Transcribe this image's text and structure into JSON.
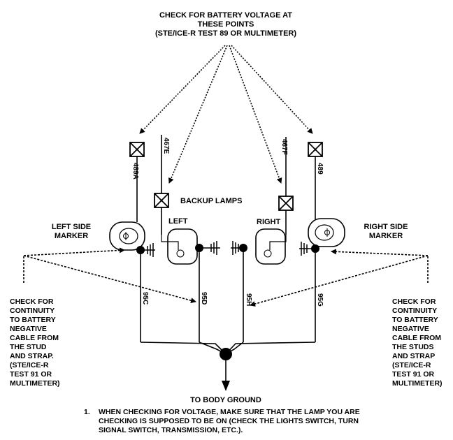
{
  "header_lines": [
    "CHECK FOR BATTERY VOLTAGE AT",
    "THESE POINTS",
    "(STE/ICE-R TEST 89 OR MULTIMETER)"
  ],
  "labels": {
    "backup_lamps": "BACKUP LAMPS",
    "left": "LEFT",
    "right": "RIGHT",
    "left_side_marker": [
      "LEFT SIDE",
      "MARKER"
    ],
    "right_side_marker": [
      "RIGHT SIDE",
      "MARKER"
    ],
    "to_body_ground": "TO BODY GROUND"
  },
  "wires": {
    "w489a": "489A",
    "w467e": "467E",
    "w467f": "467F",
    "w489": "489",
    "w95c": "95C",
    "w95d": "95D",
    "w95h": "95H",
    "w95g": "95G"
  },
  "left_note": [
    "CHECK FOR",
    "CONTINUITY",
    "TO BATTERY",
    "NEGATIVE",
    "CABLE FROM",
    "THE STUD",
    "AND STRAP.",
    "(STE/ICE-R",
    "TEST 91 OR",
    "MULTIMETER)"
  ],
  "right_note": [
    "CHECK FOR",
    "CONTINUITY",
    "TO BATTERY",
    "NEGATIVE",
    "CABLE FROM",
    "THE STUDS",
    "AND STRAP",
    "(STE/ICE-R",
    "TEST 91 OR",
    "MULTIMETER)"
  ],
  "footnote": {
    "number": "1.",
    "lines": [
      "WHEN CHECKING FOR VOLTAGE, MAKE SURE THAT THE LAMP YOU ARE",
      "CHECKING IS SUPPOSED TO BE ON (CHECK THE LIGHTS SWITCH, TURN",
      "SIGNAL SWITCH, TRANSMISSION, ETC.)."
    ]
  }
}
